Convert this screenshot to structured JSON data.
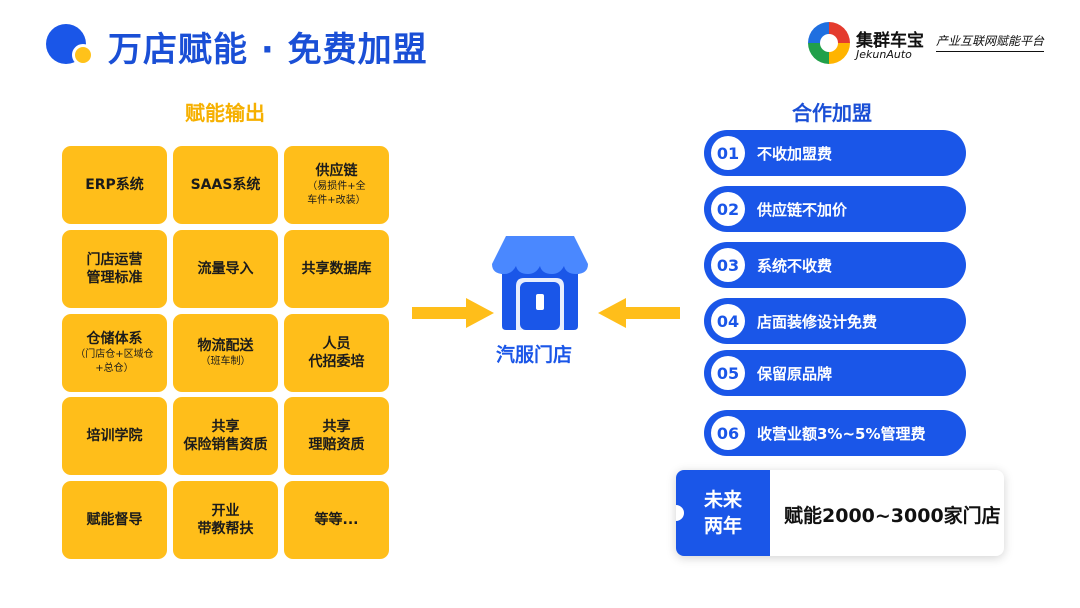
{
  "header": {
    "title": "万店赋能 · 免费加盟",
    "brand_name": "集群车宝",
    "brand_en": "JekunAuto",
    "brand_slogan": "产业互联网赋能平台"
  },
  "left": {
    "heading": "赋能输出",
    "tiles": [
      {
        "title": "ERP系统",
        "sub": ""
      },
      {
        "title": "SAAS系统",
        "sub": ""
      },
      {
        "title": "供应链",
        "sub": "（易损件+全\n车件+改装）"
      },
      {
        "title": "门店运营\n管理标准",
        "sub": ""
      },
      {
        "title": "流量导入",
        "sub": ""
      },
      {
        "title": "共享数据库",
        "sub": ""
      },
      {
        "title": "仓储体系",
        "sub": "（门店仓+区域仓\n+总仓）"
      },
      {
        "title": "物流配送",
        "sub": "（班车制）"
      },
      {
        "title": "人员\n代招委培",
        "sub": ""
      },
      {
        "title": "培训学院",
        "sub": ""
      },
      {
        "title": "共享\n保险销售资质",
        "sub": ""
      },
      {
        "title": "共享\n理赔资质",
        "sub": ""
      },
      {
        "title": "赋能督导",
        "sub": ""
      },
      {
        "title": "开业\n带教帮扶",
        "sub": ""
      },
      {
        "title": "等等...",
        "sub": ""
      }
    ]
  },
  "center": {
    "label": "汽服门店",
    "icon": "storefront-icon"
  },
  "right": {
    "heading": "合作加盟",
    "items": [
      {
        "num": "01",
        "label": "不收加盟费"
      },
      {
        "num": "02",
        "label": "供应链不加价"
      },
      {
        "num": "03",
        "label": "系统不收费"
      },
      {
        "num": "04",
        "label": "店面装修设计免费"
      },
      {
        "num": "05",
        "label": "保留原品牌"
      },
      {
        "num": "06",
        "label": "收营业额3%~5%管理费"
      }
    ],
    "future_tag_line1": "未来",
    "future_tag_line2": "两年",
    "future_text": "赋能2000~3000家门店"
  },
  "colors": {
    "blue": "#1a56e8",
    "yellow": "#ffbe1a"
  }
}
